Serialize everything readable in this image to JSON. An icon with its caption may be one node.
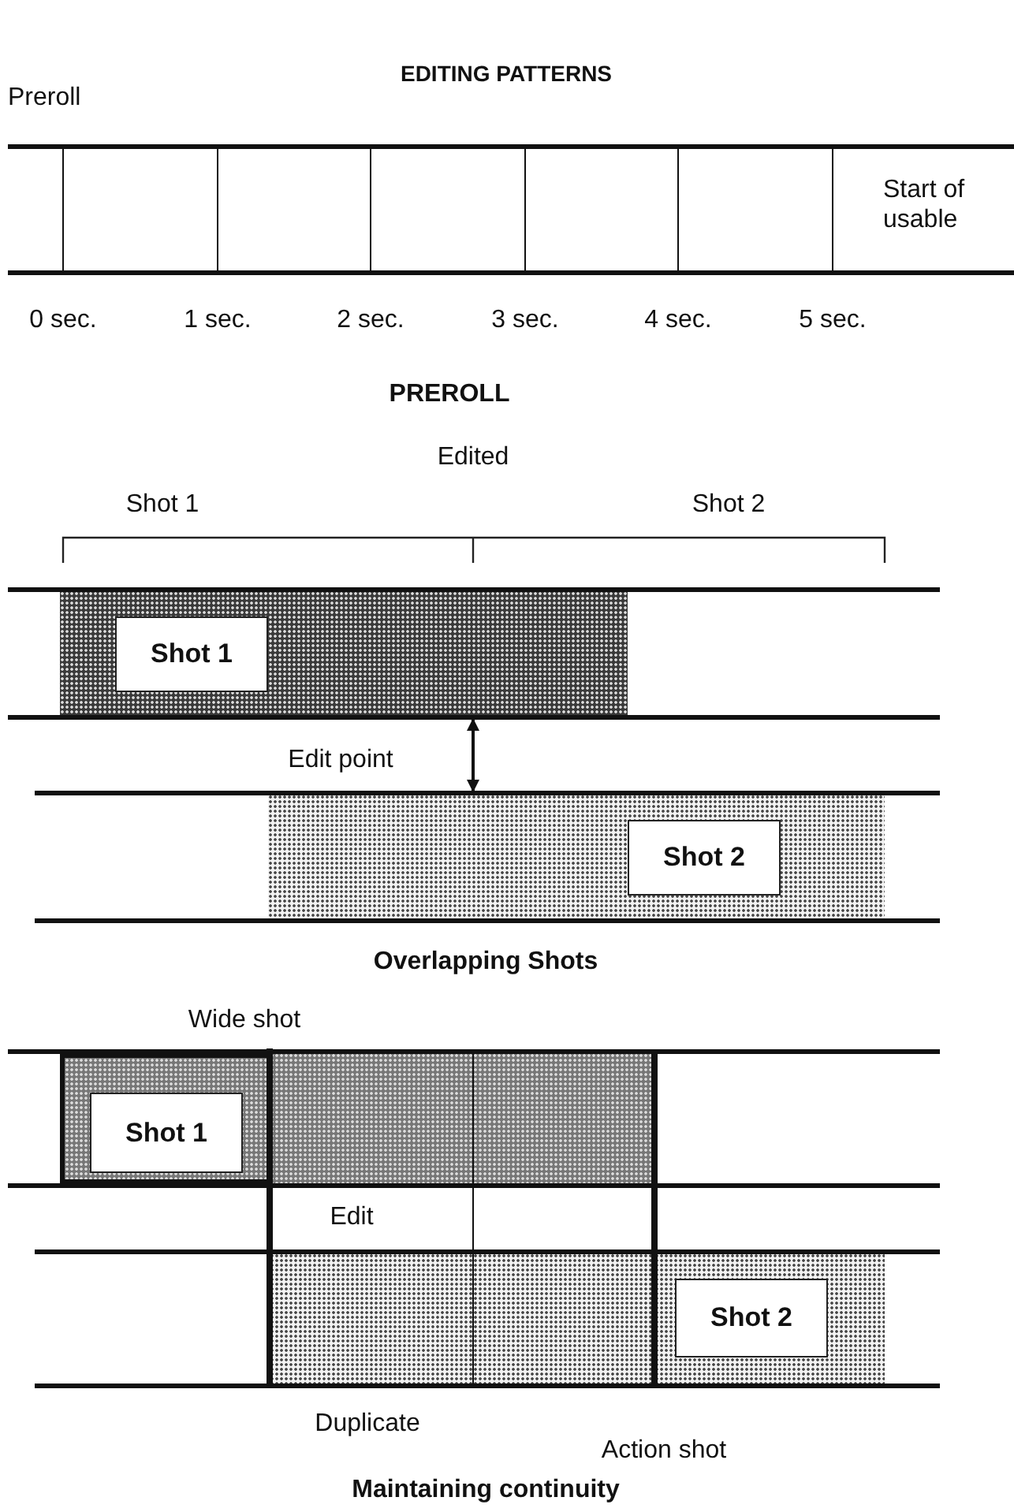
{
  "diagram": {
    "title": "EDITING PATTERNS",
    "nodes": [
      {
        "text": [],
        "shape": "bar"
      },
      {
        "text": [
          "Shot 1"
        ],
        "in": 0
      },
      {
        "text": [],
        "shape": "bar"
      },
      {
        "text": [
          "Shot 2"
        ],
        "in": 2
      },
      {
        "text": [],
        "shape": "bar"
      },
      {
        "text": [
          "Shot 1"
        ],
        "in": 4
      },
      {
        "text": [],
        "shape": "bar"
      },
      {
        "text": [],
        "shape": "bar"
      },
      {
        "text": [],
        "shape": "bar"
      },
      {
        "text": [
          "Shot 2"
        ],
        "in": 8
      }
    ],
    "edges": [
      {
        "from": 0,
        "to": 2,
        "arrow": "both"
      }
    ],
    "labels": [
      "Preroll",
      "Start of usable",
      "0 sec.",
      "1 sec.",
      "2 sec.",
      "3 sec.",
      "4 sec.",
      "5 sec.",
      "PREROLL",
      "Edited",
      "Shot 1",
      "Shot 2",
      "Edit point",
      "Overlapping Shots",
      "Wide shot",
      "Edit",
      "Duplicate",
      "Action shot",
      "Maintaining continuity"
    ]
  }
}
